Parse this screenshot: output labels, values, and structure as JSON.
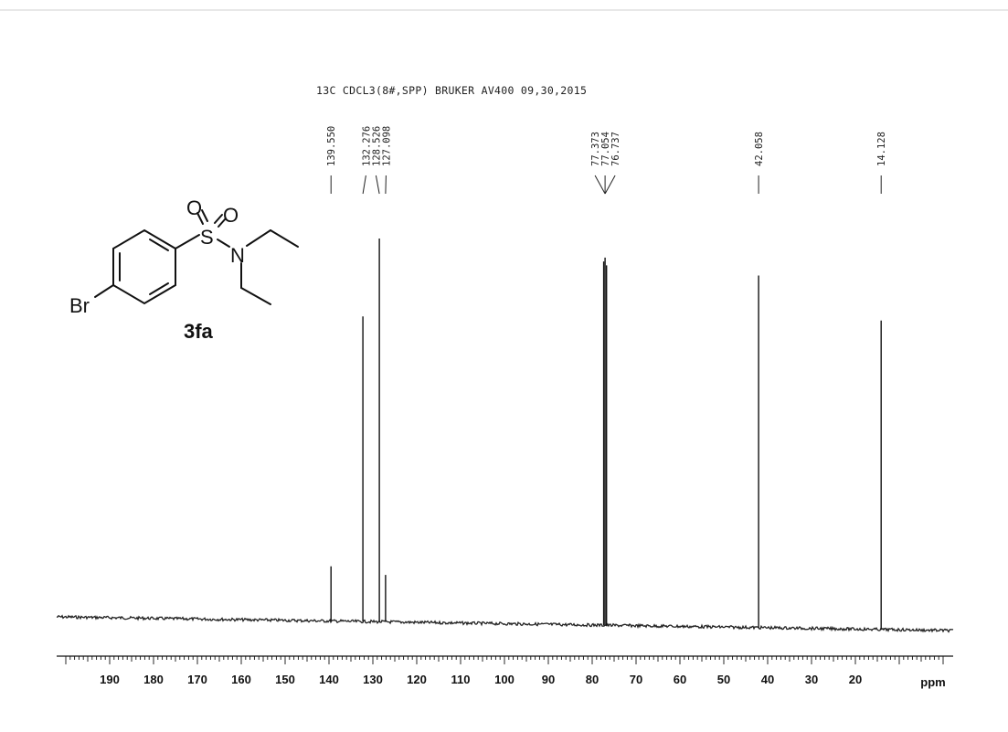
{
  "header": "13C CDCL3(8#,SPP) BRUKER AV400 09,30,2015",
  "compound": {
    "label": "3fa",
    "atoms": {
      "br": "Br",
      "s": "S",
      "n": "N",
      "o1": "O",
      "o2": "O"
    }
  },
  "chart_data": {
    "type": "line",
    "title": "13C CDCL3(8#,SPP) BRUKER AV400 09,30,2015",
    "xlabel": "ppm",
    "ylabel": "",
    "xlim": [
      200,
      0
    ],
    "x_reversed": true,
    "grid": false,
    "xticks": [
      190,
      180,
      170,
      160,
      150,
      140,
      130,
      120,
      110,
      100,
      90,
      80,
      70,
      60,
      50,
      40,
      30,
      20
    ],
    "xtick_labels": [
      "190",
      "180",
      "170",
      "160",
      "150",
      "140",
      "130",
      "120",
      "110",
      "100",
      "90",
      "80",
      "70",
      "60",
      "50",
      "40",
      "30",
      "20"
    ],
    "peaks": [
      {
        "ppm": 139.55,
        "label": "139.550",
        "intensity": 0.14
      },
      {
        "ppm": 132.276,
        "label": "132.276",
        "intensity": 0.78
      },
      {
        "ppm": 128.526,
        "label": "128.526",
        "intensity": 0.98
      },
      {
        "ppm": 127.098,
        "label": "127.098",
        "intensity": 0.12
      },
      {
        "ppm": 77.373,
        "label": "77.373",
        "intensity": 0.93
      },
      {
        "ppm": 77.054,
        "label": "77.054",
        "intensity": 0.94
      },
      {
        "ppm": 76.737,
        "label": "76.737",
        "intensity": 0.92
      },
      {
        "ppm": 42.058,
        "label": "42.058",
        "intensity": 0.9
      },
      {
        "ppm": 14.128,
        "label": "14.128",
        "intensity": 0.79
      }
    ],
    "peak_label_groups": [
      {
        "labels": [
          "139.550"
        ],
        "peaks": [
          0
        ]
      },
      {
        "labels": [
          "132.276",
          "128.526",
          "127.098"
        ],
        "peaks": [
          1,
          2,
          3
        ]
      },
      {
        "labels": [
          "77.373",
          "77.054",
          "76.737"
        ],
        "peaks": [
          4,
          5,
          6
        ]
      },
      {
        "labels": [
          "42.058"
        ],
        "peaks": [
          7
        ]
      },
      {
        "labels": [
          "14.128"
        ],
        "peaks": [
          8
        ]
      }
    ]
  }
}
